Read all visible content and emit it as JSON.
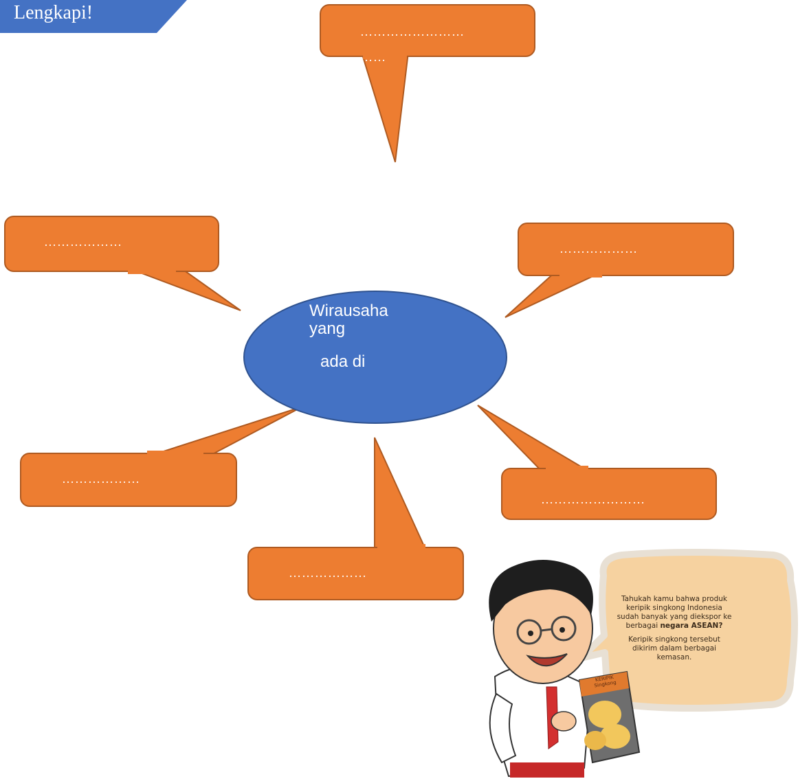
{
  "header": {
    "title": "Lengkapi!"
  },
  "center": {
    "line1": "Wirausaha",
    "line2": "yang",
    "line3": "ada di"
  },
  "bubbles": {
    "top": {
      "line1": "……………………",
      "line2": "……"
    },
    "upper_left": "………………",
    "upper_right": "………………",
    "lower_left": "………………",
    "bottom": "………………",
    "lower_right": "……………………"
  },
  "info_bubble": {
    "para1_pre": "Tahukah kamu bahwa produk keripik singkong Indonesia sudah banyak yang diekspor ke berbagai ",
    "para1_bold": "negara ASEAN?",
    "para2": "Keripik singkong tersebut dikirim dalam berbagai kemasan."
  },
  "snack_bag_label": "KERIPIK Singkong",
  "colors": {
    "bubble": "#ED7D31",
    "bubble_border": "#AE5A21",
    "center": "#4472C4",
    "header": "#4472C4",
    "info_bubble": "#F6D2A0"
  }
}
